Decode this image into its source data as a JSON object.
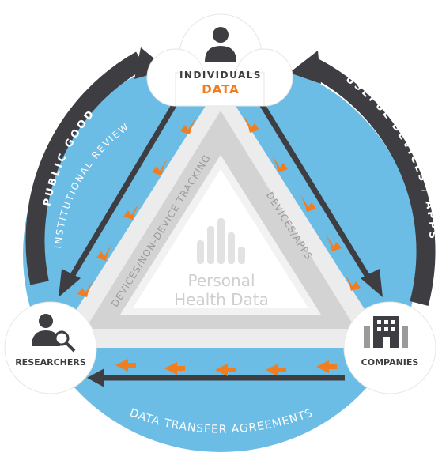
{
  "nodes": {
    "individuals": {
      "label": "INDIVIDUALS",
      "sublabel": "DATA",
      "icon": "person-icon"
    },
    "researchers": {
      "label": "RESEARCHERS",
      "icon": "researcher-magnifier-icon"
    },
    "companies": {
      "label": "COMPANIES",
      "icon": "building-icon"
    }
  },
  "center": {
    "line1": "Personal",
    "line2": "Health Data",
    "icon": "bar-chart-icon"
  },
  "inner_labels": {
    "left": "DEVICES/NON-DEVICE TRACKING",
    "right": "DEVICES/APPS"
  },
  "outer_labels": {
    "left_dark": "PUBLIC GOOD",
    "left_light": "INSTITUTIONAL REVIEW",
    "right_dark": "USEFUL DEVICES / APPS",
    "bottom": "DATA TRANSFER AGREEMENTS"
  },
  "colors": {
    "blue": "#6cbde6",
    "dark": "#3e3e42",
    "orange": "#f07d1f",
    "gray_band": "#d3d3d4",
    "light_band": "#ececec"
  }
}
